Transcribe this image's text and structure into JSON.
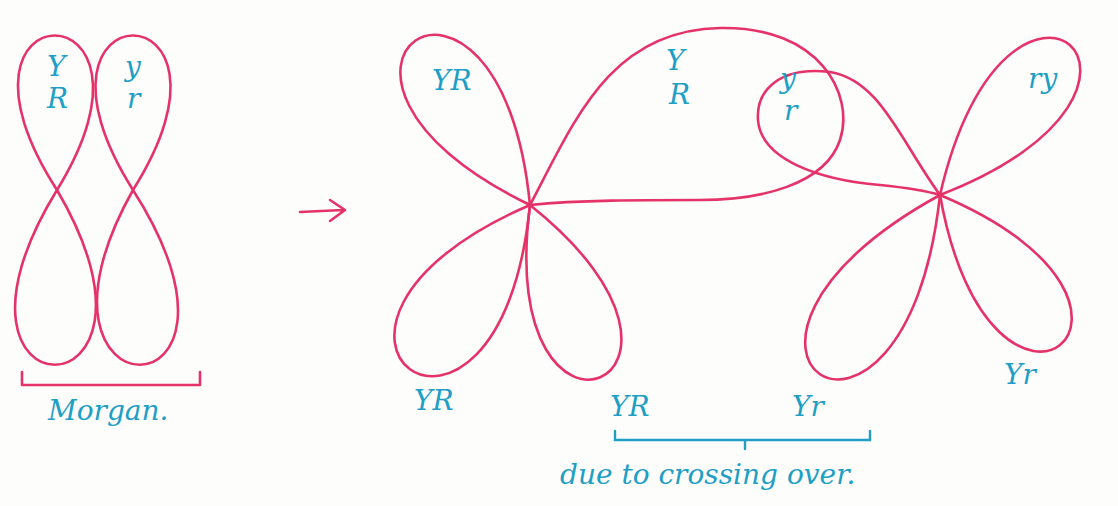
{
  "diagram": {
    "labels": [
      "Y",
      "R",
      "y",
      "r",
      "YR",
      "Y",
      "R",
      "y",
      "r",
      "ry",
      "Morgan.",
      "YR",
      "YR",
      "Yr",
      "Yr",
      "due to crossing over."
    ]
  }
}
